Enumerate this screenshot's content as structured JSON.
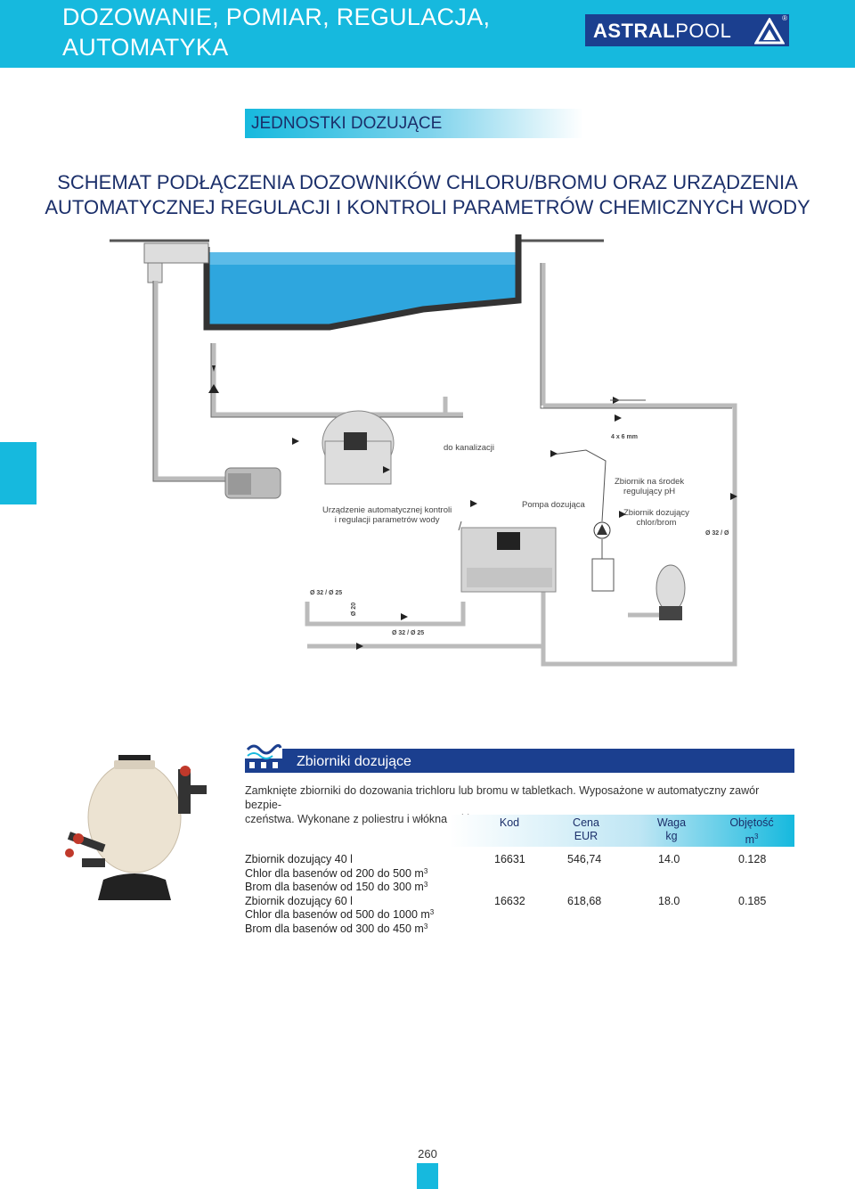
{
  "header": {
    "title_line1": "DOZOWANIE, POMIAR, REGULACJA,",
    "title_line2": "AUTOMATYKA",
    "logo_bold": "ASTRAL",
    "logo_light": "POOL",
    "logo_reg": "®"
  },
  "section": {
    "title": "JEDNOSTKI DOZUJĄCE"
  },
  "main_title": {
    "line1": "SCHEMAT PODŁĄCZENIA DOZOWNIKÓW CHLORU/BROMU ORAZ URZĄDZENIA",
    "line2": "AUTOMATYCZNEJ REGULACJI I KONTROLI PARAMETRÓW CHEMICZNYCH WODY"
  },
  "diagram": {
    "labels": {
      "kanalizacja": "do kanalizacji",
      "tube": "4 x 6 mm",
      "urzadzenie_1": "Urządzenie automatycznej kontroli",
      "urzadzenie_2": "i regulacji parametrów wody",
      "pompa": "Pompa dozująca",
      "zbiornik_ph_1": "Zbiornik na środek",
      "zbiornik_ph_2": "regulujący pH",
      "zbiornik_cl_1": "Zbiornik dozujący",
      "zbiornik_cl_2": "chlor/brom",
      "dim_right": "Ø 32 / Ø",
      "dim_a": "Ø 32 / Ø 25",
      "dim_b": "Ø 32 / Ø 25",
      "dim_c": "Ø 20"
    }
  },
  "product": {
    "bar_title": "Zbiorniki dozujące",
    "desc_line1": "Zamknięte zbiorniki do dozowania trichloru lub bromu w tabletkach. Wyposażone w automatyczny zawór bezpie-",
    "desc_line2": "czeństwa. Wykonane z poliestru i włókna szklanego.",
    "columns": {
      "kod": "Kod",
      "cena_1": "Cena",
      "cena_2": "EUR",
      "waga_1": "Waga",
      "waga_2": "kg",
      "obj_1": "Objętość",
      "obj_2": "m",
      "obj_sup": "3"
    },
    "rows": [
      {
        "name": "Zbiornik dozujący 40 l",
        "kod": "16631",
        "cena": "546,74",
        "waga": "14.0",
        "obj": "0.128"
      },
      {
        "name": "Chlor dla basenów od 200 do 500 m",
        "sup": "3"
      },
      {
        "name": "Brom dla basenów od 150 do 300 m",
        "sup": "3"
      },
      {
        "name": "Zbiornik dozujący 60 l",
        "kod": "16632",
        "cena": "618,68",
        "waga": "18.0",
        "obj": "0.185"
      },
      {
        "name": "Chlor dla basenów od 500 do 1000 m",
        "sup": "3"
      },
      {
        "name": "Brom dla basenów od 300 do 450 m",
        "sup": "3"
      }
    ]
  },
  "footer": {
    "page_number": "260"
  },
  "colors": {
    "accent_cyan": "#16b9de",
    "brand_navy": "#1b3f8f",
    "title_navy": "#1b2f6a"
  }
}
